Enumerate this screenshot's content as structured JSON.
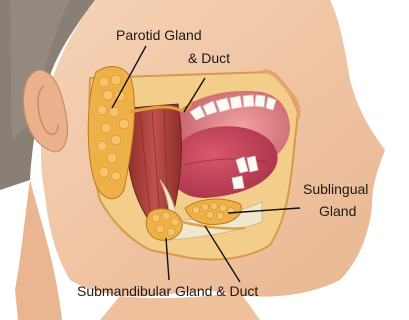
{
  "labels": {
    "parotid_line1": "Parotid Gland",
    "parotid_line2": "& Duct",
    "sublingual_line1": "Sublingual",
    "sublingual_line2": "Gland",
    "submandibular": "Submandibular Gland & Duct"
  },
  "colors": {
    "skin": "#f2c9a8",
    "hair": "#8a7f74",
    "muscle": "#b5413c",
    "gland": "#f0b048",
    "tongue": "#c8465a",
    "mouth_interior": "#e58a8e",
    "fat": "#f3ce8a",
    "bone": "#f1e7cc",
    "leader_line": "#111111"
  }
}
